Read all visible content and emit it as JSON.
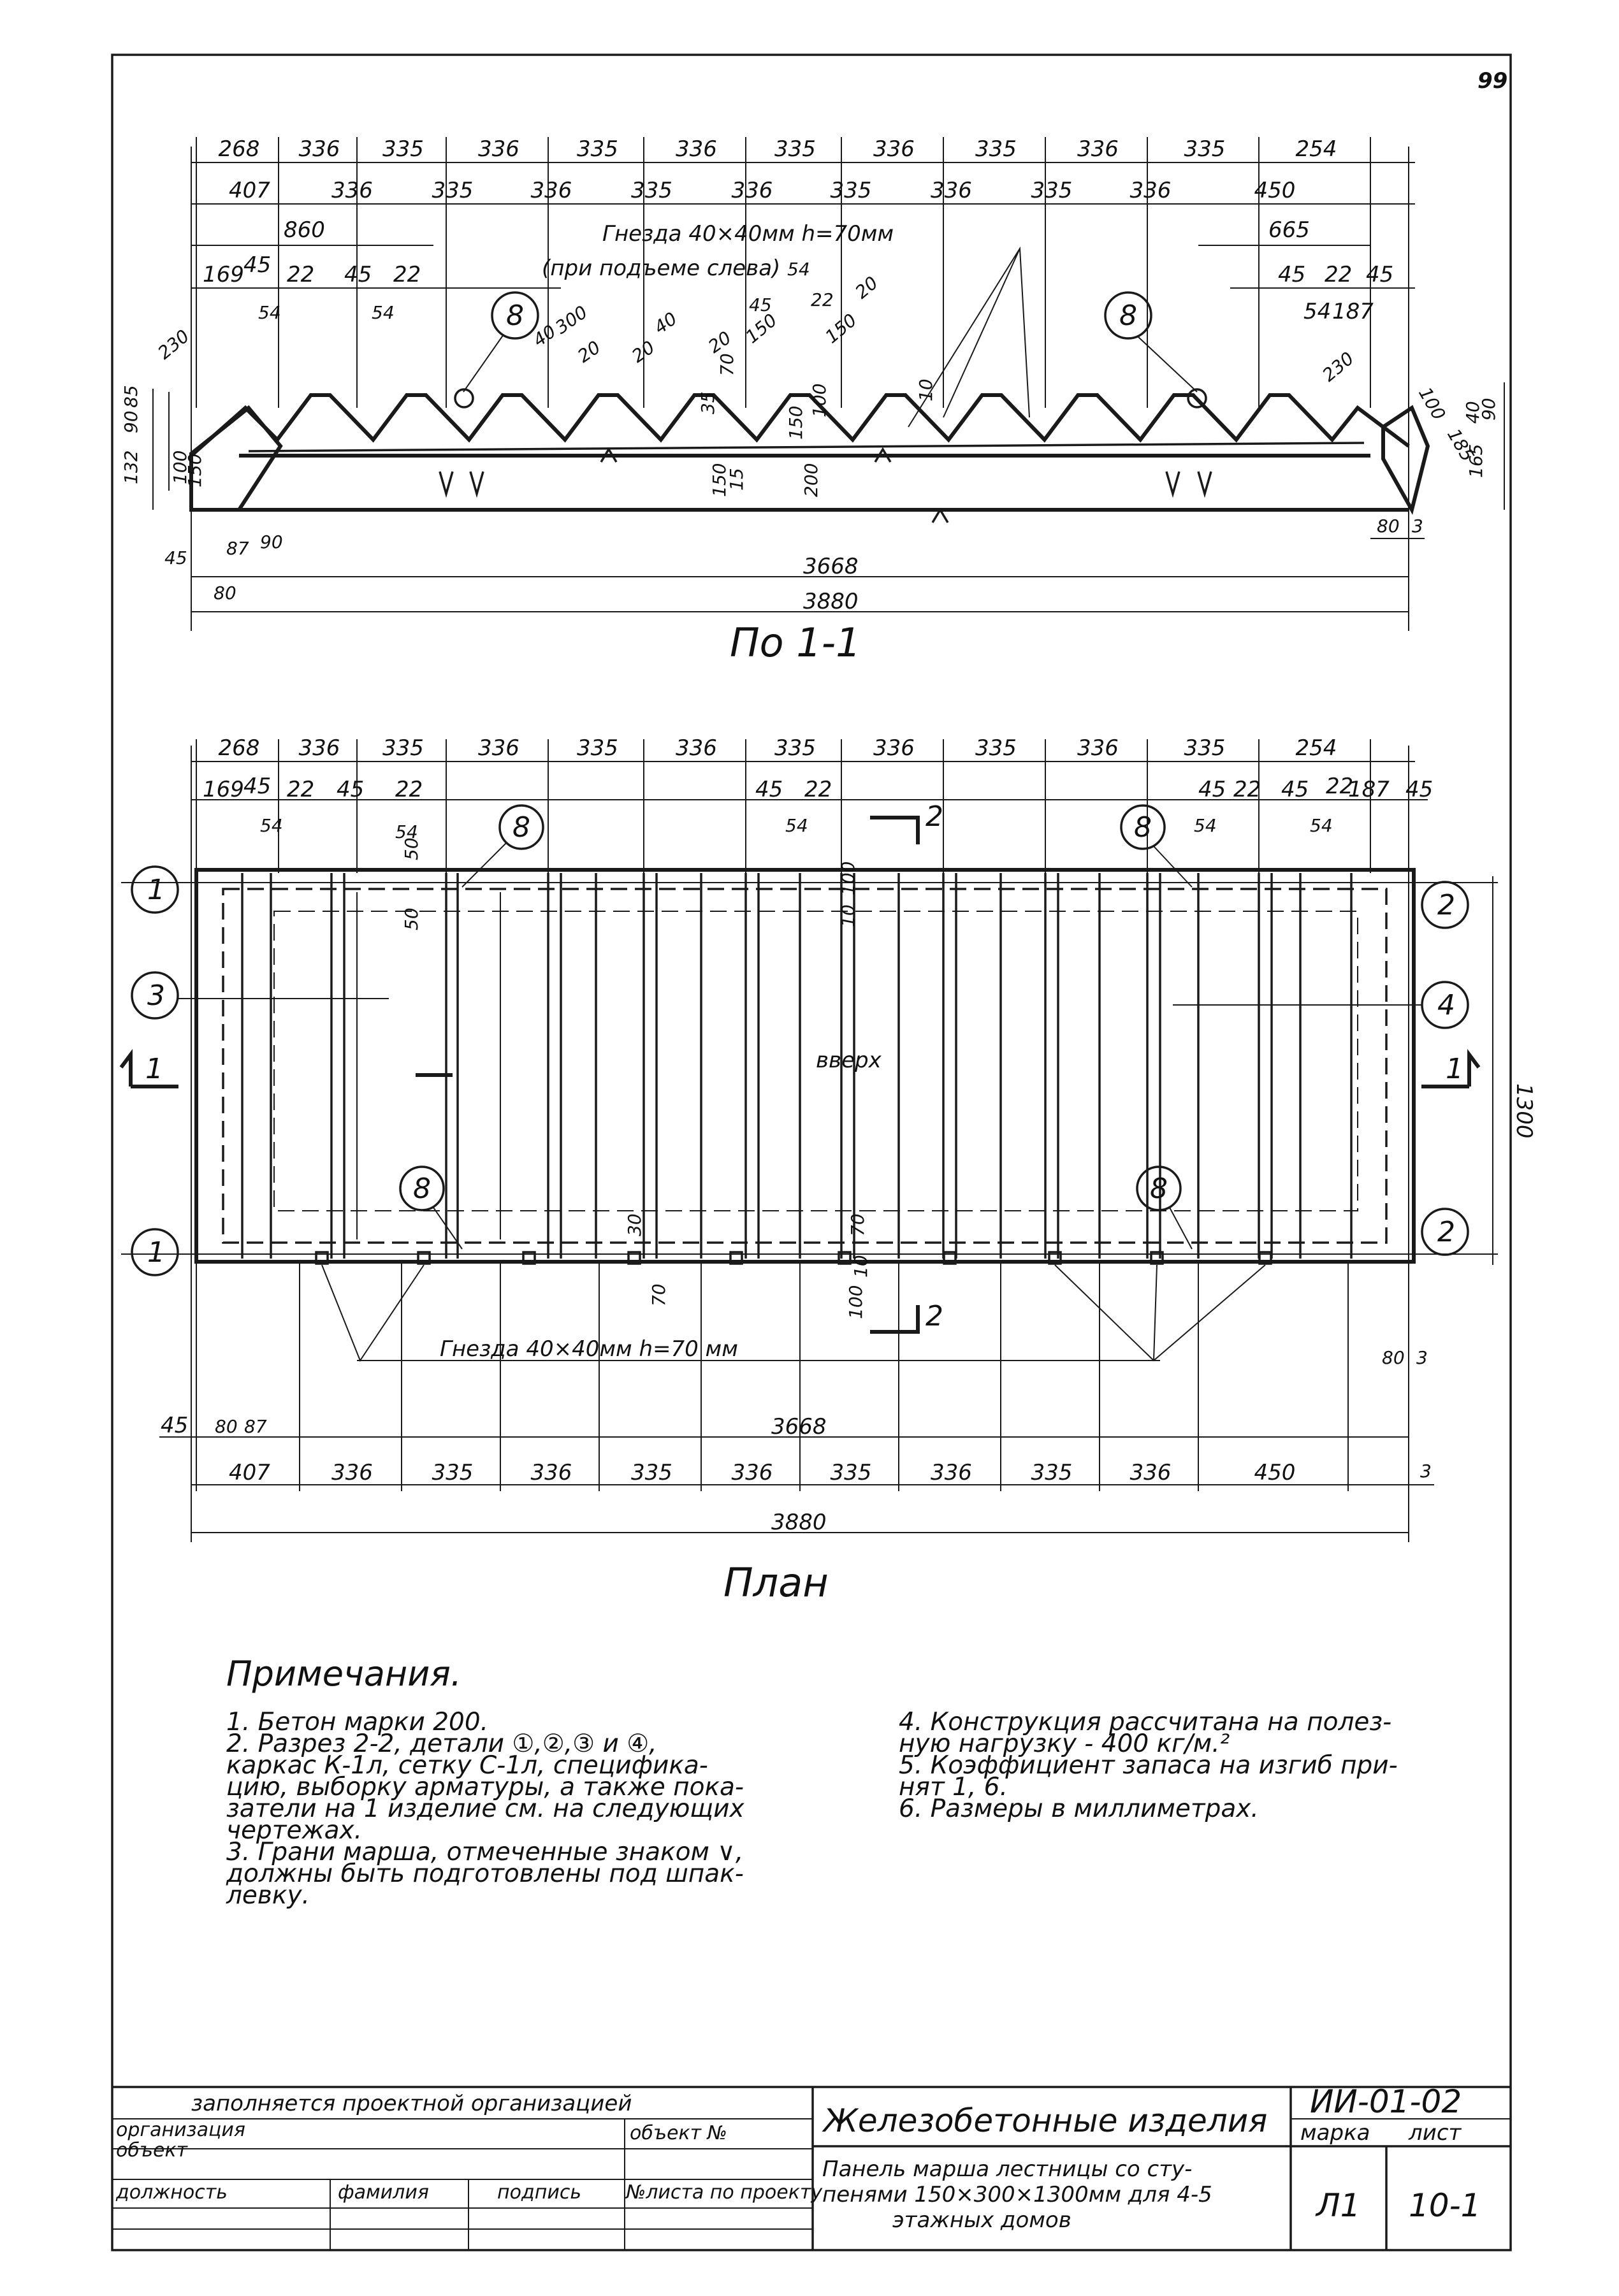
{
  "page_number": "99",
  "section": {
    "title": "По 1-1",
    "top_dims": [
      "268",
      "336",
      "335",
      "336",
      "335",
      "336",
      "335",
      "336",
      "335",
      "336",
      "335",
      "254"
    ],
    "second_dims": [
      "407",
      "336",
      "335",
      "336",
      "335",
      "336",
      "335",
      "336",
      "335",
      "336",
      "450"
    ],
    "dim_860": "860",
    "dim_665": "665",
    "socket_note": "Гнезда 40×40мм h=70мм",
    "lift_note": "(при подъеме слева)",
    "dim_54": "54",
    "left_small_dims": [
      "169",
      "45",
      "22",
      "45",
      "22",
      "54",
      "54"
    ],
    "right_small_dims": [
      "45",
      "22",
      "45",
      "54",
      "187"
    ],
    "step_dims": [
      "300",
      "40",
      "40",
      "20",
      "20",
      "20",
      "45",
      "22",
      "20",
      "150",
      "150",
      "10",
      "70",
      "35",
      "100"
    ],
    "left_dims": [
      "230",
      "85",
      "90",
      "132",
      "100",
      "150",
      "45",
      "87",
      "90",
      "80"
    ],
    "right_dims": [
      "230",
      "100",
      "185",
      "40",
      "90",
      "165",
      "80",
      "3"
    ],
    "mid_dims": [
      "150",
      "15",
      "200",
      "150"
    ],
    "overall_inner": "3668",
    "overall": "3880",
    "callout": "8"
  },
  "plan": {
    "title": "План",
    "top_dims": [
      "268",
      "336",
      "335",
      "336",
      "335",
      "336",
      "335",
      "336",
      "335",
      "336",
      "335",
      "254"
    ],
    "small_dims": [
      "169",
      "45",
      "22",
      "45",
      "22",
      "54",
      "54",
      "45",
      "22",
      "54",
      "45",
      "22",
      "45",
      "22",
      "187",
      "45",
      "54",
      "54"
    ],
    "side_dims": [
      "50",
      "50",
      "100",
      "10",
      "30",
      "70",
      "70",
      "100",
      "10"
    ],
    "height_dim": "1300",
    "up_label": "вверх",
    "section_mark": "1",
    "cut_mark": "2",
    "details": [
      "1",
      "3",
      "1",
      "2",
      "4",
      "2"
    ],
    "callout": "8",
    "socket_note": "Гнезда 40×40мм h=70 мм",
    "bottom_dims": [
      "407",
      "336",
      "335",
      "336",
      "335",
      "336",
      "335",
      "336",
      "335",
      "336",
      "450"
    ],
    "left_bottom": [
      "45",
      "80",
      "87"
    ],
    "right_bottom": [
      "80",
      "3",
      "3"
    ],
    "overall_inner": "3668",
    "overall": "3880"
  },
  "notes": {
    "heading": "Примечания.",
    "left": [
      "1. Бетон марки 200.",
      "2. Разрез 2-2, детали ①,②,③ и ④,",
      "каркас К-1л, сетку С-1л, специфика-",
      "цию, выборку арматуры, а также пока-",
      "затели на 1 изделие см. на следующих",
      "чертежах.",
      "3. Грани марша, отмеченные знаком ∨,",
      "должны быть подготовлены под шпак-",
      "левку."
    ],
    "right": [
      "4. Конструкция рассчитана на полез-",
      "ную нагрузку - 400 кг/м.²",
      "5. Коэффициент запаса на изгиб при-",
      "нят 1, 6.",
      "6. Размеры в миллиметрах."
    ]
  },
  "title_block": {
    "fill_note": "заполняется проектной организацией",
    "org": "организация",
    "object": "объект",
    "object_no": "объект №",
    "position": "должность",
    "surname": "фамилия",
    "signature": "подпись",
    "sheet_no": "№листа по проекту",
    "series_title": "Железобетонные изделия",
    "series_code": "ИИ-01-02",
    "description": [
      "Панель марша лестницы со сту-",
      "пенями 150×300×1300мм для 4-5",
      "этажных домов"
    ],
    "mark_label": "марка",
    "sheet_label": "лист",
    "mark": "Л1",
    "sheet": "10-1"
  }
}
